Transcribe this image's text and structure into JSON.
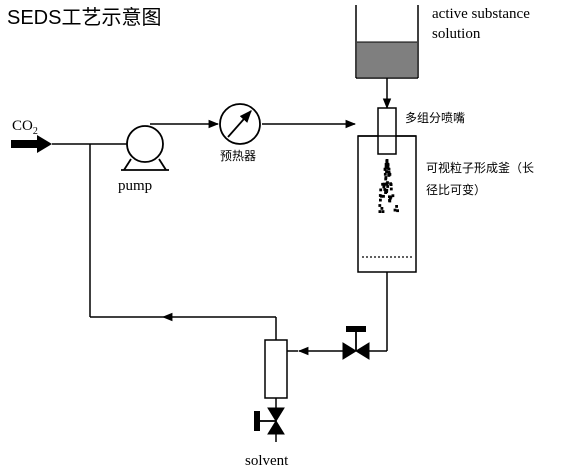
{
  "title": "SEDS工艺示意图",
  "labels": {
    "active_substance_line1": "active substance",
    "active_substance_line2": "solution",
    "co2_base": "CO",
    "co2_sub": "2",
    "pump": "pump",
    "preheater": "预热器",
    "nozzle": "多组分喷嘴",
    "vessel_line1": "可视粒子形成釜（长",
    "vessel_line2": "径比可变）",
    "solvent": "solvent"
  },
  "colors": {
    "line": "#000000",
    "solution_fill": "#7f7f7f",
    "background": "#ffffff"
  },
  "icons": {
    "pump": "circle-pump-icon",
    "preheater": "gauge-icon",
    "valve": "globe-valve-icon",
    "feed_arrow": "thick-arrow-icon"
  }
}
